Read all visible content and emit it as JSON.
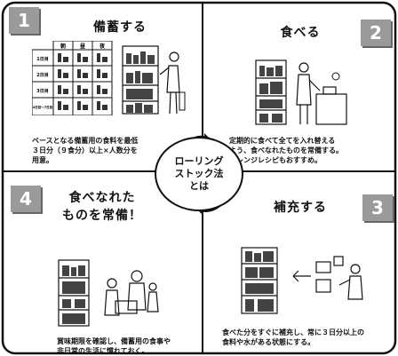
{
  "badges": [
    "1",
    "2",
    "3",
    "4"
  ],
  "steps": [
    {
      "title": "備蓄する",
      "caption_lines": [
        "ベースとなる備蓄用の食料を最低",
        "３日分（９食分）以上×人数分を",
        "用意。"
      ]
    },
    {
      "title": "食べる",
      "caption_lines": [
        "定期的に食べて全てを入れ替える",
        "よう、食べなれたものを常備する。",
        "アレンジレシピもおすすめ。"
      ]
    },
    {
      "title": "補充する",
      "caption_lines": [
        "食べた分をすぐに補充し、常に３日分以上の",
        "食料や水がある状態にする。"
      ]
    },
    {
      "title_lines": [
        "食べなれた",
        "ものを常備！"
      ],
      "caption_lines": [
        "賞味期限を確認し、備蓄用の食事や",
        "非日常の生活に慣れておく。"
      ]
    }
  ],
  "center": {
    "lines": [
      "ローリング",
      "ストック法",
      "とは"
    ]
  },
  "stock_table": {
    "headers": [
      "朝",
      "昼",
      "夜"
    ],
    "rows": [
      "1日目",
      "2日目",
      "3日目",
      "4日目〜7日目"
    ]
  }
}
